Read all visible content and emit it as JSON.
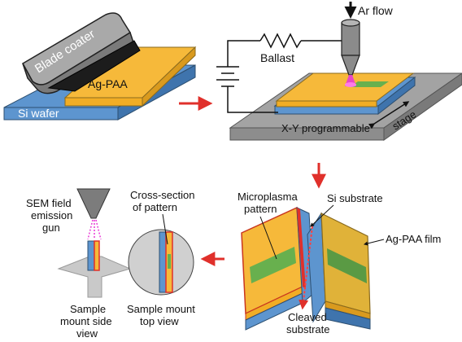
{
  "labels": {
    "blade_coater": "Blade coater",
    "ag_paa": "Ag-PAA",
    "si_wafer": "Si wafer",
    "ar_flow": "Ar flow",
    "ballast": "Ballast",
    "stage": "stage",
    "xy_programmable": "X-Y programmable",
    "sem_gun_line1": "SEM field",
    "sem_gun_line2": "emission",
    "sem_gun_line3": "gun",
    "cross_section_line1": "Cross-section",
    "cross_section_line2": "of pattern",
    "microplasma_line1": "Microplasma",
    "microplasma_line2": "pattern",
    "si_substrate": "Si substrate",
    "ag_paa_film": "Ag-PAA film",
    "cleaved_line1": "Cleaved",
    "cleaved_line2": "substrate",
    "side_view_line1": "Sample",
    "side_view_line2": "mount side",
    "side_view_line3": "view",
    "top_view_line1": "Sample mount",
    "top_view_line2": "top view"
  },
  "colors": {
    "ag_paa_yellow": "#f6b93a",
    "si_blue": "#5d95cf",
    "plate_gray": "#9a9a9a",
    "pattern_green": "#68b04e",
    "arrow_red": "#e0302b",
    "plasma_pink": "#e83ad6"
  }
}
